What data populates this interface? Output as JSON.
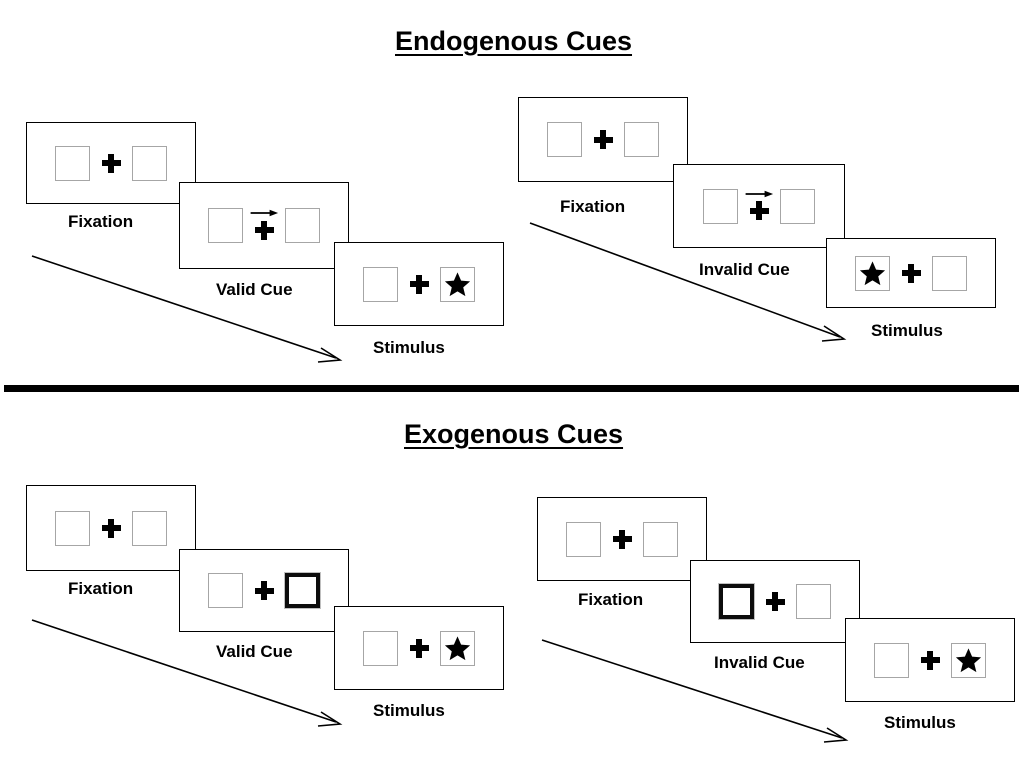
{
  "figure": {
    "title_endogenous": "Endogenous Cues",
    "title_exogenous": "Exogenous Cues"
  },
  "sections": [
    {
      "id": "endogenous",
      "heading": "Endogenous Cues",
      "sequences": [
        {
          "id": "endogenous-valid",
          "validity": "valid",
          "frames": [
            {
              "label": "Fixation",
              "left_box": "empty",
              "right_box": "empty",
              "center": "plus",
              "cue": "none"
            },
            {
              "label": "Valid Cue",
              "left_box": "empty",
              "right_box": "empty",
              "center": "plus",
              "cue": "arrow-right"
            },
            {
              "label": "Stimulus",
              "left_box": "empty",
              "right_box": "star",
              "center": "plus",
              "cue": "none"
            }
          ]
        },
        {
          "id": "endogenous-invalid",
          "validity": "invalid",
          "frames": [
            {
              "label": "Fixation",
              "left_box": "empty",
              "right_box": "empty",
              "center": "plus",
              "cue": "none"
            },
            {
              "label": "Invalid Cue",
              "left_box": "empty",
              "right_box": "empty",
              "center": "plus",
              "cue": "arrow-right"
            },
            {
              "label": "Stimulus",
              "left_box": "star",
              "right_box": "empty",
              "center": "plus",
              "cue": "none"
            }
          ]
        }
      ]
    },
    {
      "id": "exogenous",
      "heading": "Exogenous Cues",
      "sequences": [
        {
          "id": "exogenous-valid",
          "validity": "valid",
          "frames": [
            {
              "label": "Fixation",
              "left_box": "empty",
              "right_box": "empty",
              "center": "plus",
              "cue": "none"
            },
            {
              "label": "Valid Cue",
              "left_box": "empty",
              "right_box": "cued",
              "center": "plus",
              "cue": "peripheral-right"
            },
            {
              "label": "Stimulus",
              "left_box": "empty",
              "right_box": "star",
              "center": "plus",
              "cue": "none"
            }
          ]
        },
        {
          "id": "exogenous-invalid",
          "validity": "invalid",
          "frames": [
            {
              "label": "Fixation",
              "left_box": "empty",
              "right_box": "empty",
              "center": "plus",
              "cue": "none"
            },
            {
              "label": "Invalid Cue",
              "left_box": "cued",
              "right_box": "empty",
              "center": "plus",
              "cue": "peripheral-left"
            },
            {
              "label": "Stimulus",
              "left_box": "empty",
              "right_box": "star",
              "center": "plus",
              "cue": "none"
            }
          ]
        }
      ]
    }
  ],
  "icons": {
    "star": "star-icon",
    "plus": "fixation-cross-icon",
    "arrow": "arrow-right-icon",
    "time_arrow": "time-progression-arrow-icon"
  },
  "colors": {
    "ink": "#000000",
    "placeholder_border": "#a6a6a6",
    "cued_border": "#0d0d0d",
    "background": "#ffffff"
  }
}
